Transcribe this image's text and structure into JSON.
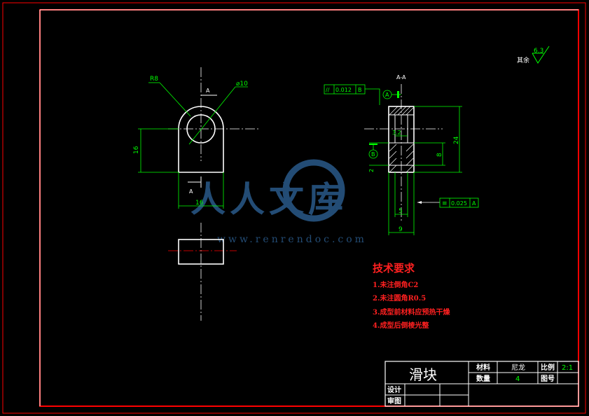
{
  "tech_requirements": {
    "title": "技术要求",
    "items": [
      "1.未注倒角C2",
      "2.未注圆角R0.5",
      "3.成型前材料应预热干燥",
      "4.成型后倒棱光整"
    ]
  },
  "roughness_note": {
    "label": "其余",
    "value": "6.3"
  },
  "front_view": {
    "label_radius": "R8",
    "label_diameter": "⌀10",
    "label_height": "16",
    "label_width": "16",
    "section_mark_top": "A",
    "section_mark_bottom": "A"
  },
  "section_view": {
    "title": "A-A",
    "parallelism_symbol": "//",
    "parallelism_value": "0.012",
    "parallelism_datum": "B",
    "datum_a": "A",
    "datum_b": "B",
    "dim_24": "24",
    "dim_8": "8",
    "dim_32": "3.2",
    "dim_5": "5",
    "dim_9": "9",
    "dim_2": "2",
    "symmetry_symbol": "≡",
    "symmetry_value": "0.025",
    "symmetry_datum": "A"
  },
  "watermark": {
    "brand": "人人文库",
    "url": "www.renrendoc.com"
  },
  "title_block": {
    "part_name": "滑块",
    "material_label": "材料",
    "material_value": "尼龙",
    "scale_label": "比例",
    "scale_value": "2:1",
    "quantity_label": "数量",
    "quantity_value": "4",
    "drawing_no_label": "图号",
    "designer_label": "设计",
    "reviewer_label": "审图"
  },
  "colors": {
    "outline": "#ffffff",
    "dimension": "#00ff00",
    "frame": "#ff0000",
    "text_red": "#ff2020",
    "watermark": "#2a5a8a"
  }
}
